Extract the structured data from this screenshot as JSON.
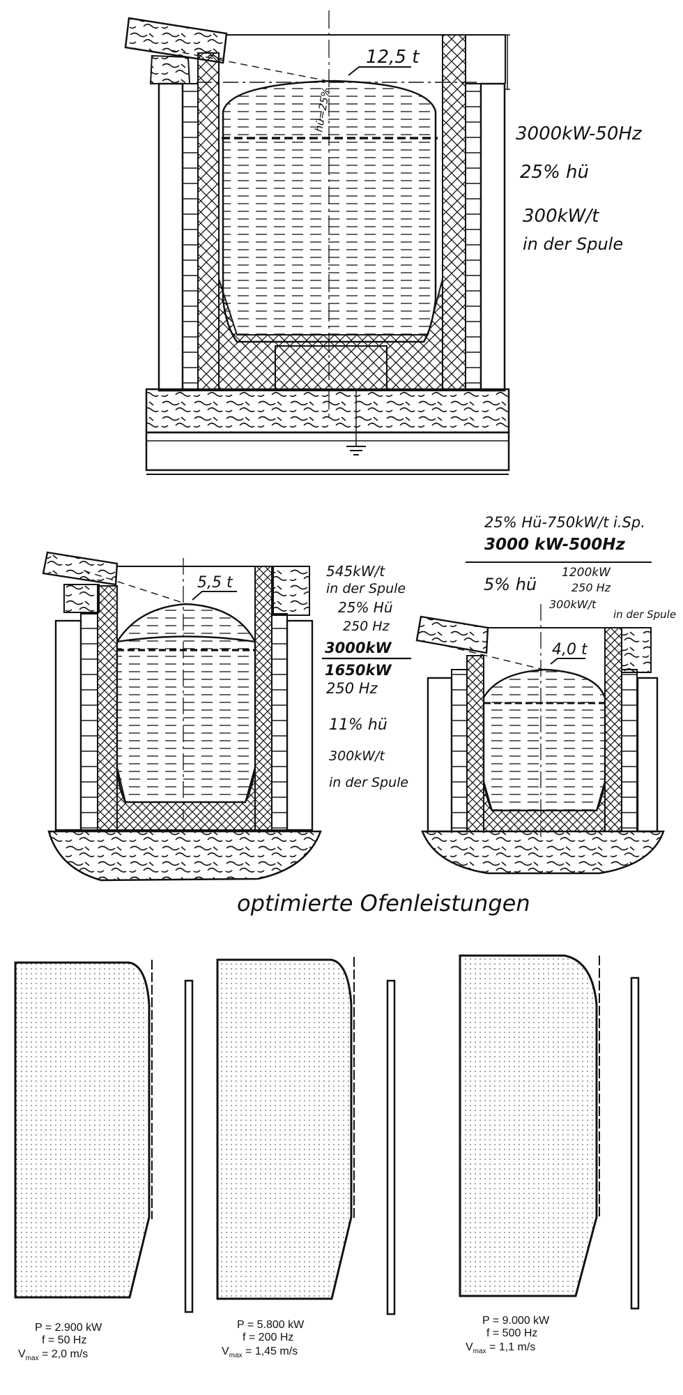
{
  "furnace_top": {
    "mass": "12,5 t",
    "fill_label": "hü=25%",
    "spec_power": "3000kW-50Hz",
    "spec_fill": "25% hü",
    "spec_density": "300kW/t",
    "spec_location": "in der Spule"
  },
  "furnace_mid_left": {
    "mass": "5,5 t",
    "spec_density": "545kW/t",
    "spec_location": "in der Spule",
    "spec_fill": "25% Hü",
    "spec_freq": "250 Hz",
    "spec_power_a": "3000kW",
    "spec_power_b": "1650kW",
    "spec_freq_b": "250 Hz",
    "spec_fill_b": "11% hü",
    "spec_density_b": "300kW/t",
    "spec_location_b": "in der Spule"
  },
  "furnace_mid_right": {
    "mass": "4,0 t",
    "spec_line1": "25% Hü-750kW/t i.Sp.",
    "spec_power": "3000 kW-500Hz",
    "spec_fill": "5% hü",
    "spec_power_b": "1200kW",
    "spec_freq_b": "250 Hz",
    "spec_density_b": "300kW/t",
    "spec_location_b": "in der Spule"
  },
  "caption": "optimierte Ofenleistungen",
  "flow_panels": [
    {
      "p_label": "P = 2.900 kW",
      "f_label": "f =      50 Hz",
      "v_prefix": "V",
      "v_sub": "max",
      "v_value": " =    2,0 m/s"
    },
    {
      "p_label": "P = 5.800 kW",
      "f_label": "f =    200 Hz",
      "v_prefix": "V",
      "v_sub": "max",
      "v_value": " =   1,45 m/s"
    },
    {
      "p_label": "P = 9.000 kW",
      "f_label": "f =    500 Hz",
      "v_prefix": "V",
      "v_sub": "max",
      "v_value": " =     1,1 m/s"
    }
  ],
  "colors": {
    "ink": "#111111",
    "paper": "#ffffff"
  }
}
